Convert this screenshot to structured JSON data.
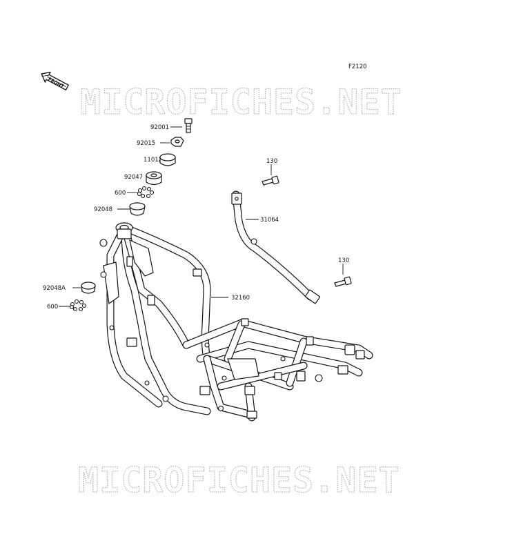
{
  "figure_code": "F2120",
  "front_tag": "FRONT",
  "watermarks": [
    "MICROFICHES.NET",
    "MICROFICHES.NET"
  ],
  "callouts": [
    {
      "id": "92001"
    },
    {
      "id": "92015"
    },
    {
      "id": "11012"
    },
    {
      "id": "92047"
    },
    {
      "id": "600"
    },
    {
      "id": "92048"
    },
    {
      "id": "92048A"
    },
    {
      "id": "600"
    },
    {
      "id": "130"
    },
    {
      "id": "31064"
    },
    {
      "id": "130"
    },
    {
      "id": "32160"
    }
  ]
}
